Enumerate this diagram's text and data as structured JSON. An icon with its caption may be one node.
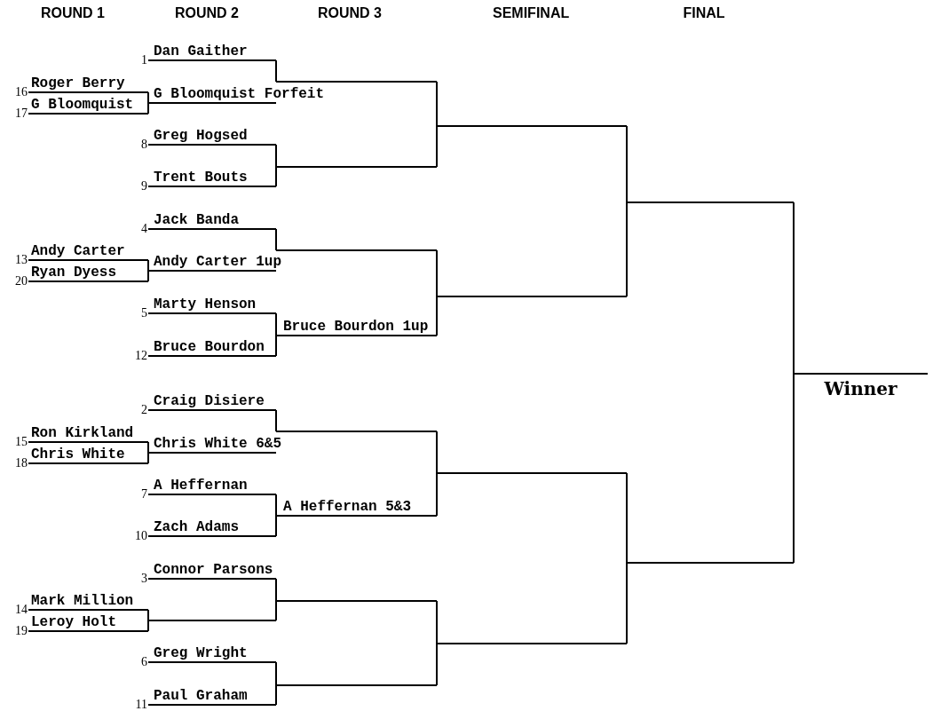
{
  "diagram": {
    "nodes": [
      {
        "text": [
          "Roger Berry"
        ],
        "beside": [
          "16"
        ]
      },
      {
        "text": [
          "G Bloomquist"
        ],
        "beside": [
          "17"
        ]
      },
      {
        "text": [
          "Andy Carter"
        ],
        "beside": [
          "13"
        ]
      },
      {
        "text": [
          "Ryan Dyess"
        ],
        "beside": [
          "20"
        ]
      },
      {
        "text": [
          "Ron Kirkland"
        ],
        "beside": [
          "15"
        ]
      },
      {
        "text": [
          "Chris White"
        ],
        "beside": [
          "18"
        ]
      },
      {
        "text": [
          "Mark Million"
        ],
        "beside": [
          "14"
        ]
      },
      {
        "text": [
          "Leroy Holt"
        ],
        "beside": [
          "19"
        ]
      },
      {
        "text": [
          "Dan Gaither"
        ],
        "beside": [
          "1"
        ]
      },
      {
        "text": [
          "G Bloomquist Forfeit"
        ]
      },
      {
        "text": [
          "Greg Hogsed"
        ],
        "beside": [
          "8"
        ]
      },
      {
        "text": [
          "Trent Bouts"
        ],
        "beside": [
          "9"
        ]
      },
      {
        "text": [
          "Jack Banda"
        ],
        "beside": [
          "4"
        ]
      },
      {
        "text": [
          "Andy Carter 1up"
        ]
      },
      {
        "text": [
          "Marty Henson"
        ],
        "beside": [
          "5"
        ]
      },
      {
        "text": [
          "Bruce Bourdon"
        ],
        "beside": [
          "12"
        ]
      },
      {
        "text": [
          "Craig Disiere"
        ],
        "beside": [
          "2"
        ]
      },
      {
        "text": [
          "Chris White 6&5"
        ]
      },
      {
        "text": [
          "A Heffernan"
        ],
        "beside": [
          "7"
        ]
      },
      {
        "text": [
          "Zach Adams"
        ],
        "beside": [
          "10"
        ]
      },
      {
        "text": [
          "Connor Parsons"
        ],
        "beside": [
          "3"
        ]
      },
      {
        "text": [],
        "shape": "line"
      },
      {
        "text": [
          "Greg Wright"
        ],
        "beside": [
          "6"
        ]
      },
      {
        "text": [
          "Paul Graham"
        ],
        "beside": [
          "11"
        ]
      },
      {
        "text": [],
        "shape": "line"
      },
      {
        "text": [],
        "shape": "line"
      },
      {
        "text": [],
        "shape": "line"
      },
      {
        "text": [
          "Bruce Bourdon 1up"
        ]
      },
      {
        "text": [],
        "shape": "line"
      },
      {
        "text": [
          "A Heffernan 5&3"
        ]
      },
      {
        "text": [],
        "shape": "line"
      },
      {
        "text": [],
        "shape": "line"
      },
      {
        "text": [],
        "shape": "line"
      },
      {
        "text": [],
        "shape": "line"
      },
      {
        "text": [],
        "shape": "line"
      },
      {
        "text": [],
        "shape": "line"
      },
      {
        "text": [],
        "shape": "line"
      },
      {
        "text": [],
        "shape": "line"
      },
      {
        "text": [
          "Winner"
        ]
      }
    ],
    "edges": [
      {
        "from": 0,
        "to": 9,
        "arrow": "none"
      },
      {
        "from": 1,
        "to": 9,
        "arrow": "none"
      },
      {
        "from": 2,
        "to": 13,
        "arrow": "none"
      },
      {
        "from": 3,
        "to": 13,
        "arrow": "none"
      },
      {
        "from": 4,
        "to": 17,
        "arrow": "none"
      },
      {
        "from": 5,
        "to": 17,
        "arrow": "none"
      },
      {
        "from": 6,
        "to": 21,
        "arrow": "none"
      },
      {
        "from": 7,
        "to": 21,
        "arrow": "none"
      },
      {
        "from": 8,
        "to": 24,
        "arrow": "none"
      },
      {
        "from": 10,
        "to": 25,
        "arrow": "none"
      },
      {
        "from": 11,
        "to": 25,
        "arrow": "none"
      },
      {
        "from": 12,
        "to": 26,
        "arrow": "none"
      },
      {
        "from": 14,
        "to": 27,
        "arrow": "none"
      },
      {
        "from": 15,
        "to": 27,
        "arrow": "none"
      },
      {
        "from": 16,
        "to": 28,
        "arrow": "none"
      },
      {
        "from": 18,
        "to": 29,
        "arrow": "none"
      },
      {
        "from": 19,
        "to": 29,
        "arrow": "none"
      },
      {
        "from": 20,
        "to": 30,
        "arrow": "none"
      },
      {
        "from": 21,
        "to": 30,
        "arrow": "none"
      },
      {
        "from": 22,
        "to": 31,
        "arrow": "none"
      },
      {
        "from": 23,
        "to": 31,
        "arrow": "none"
      },
      {
        "from": 24,
        "to": 32,
        "arrow": "none"
      },
      {
        "from": 25,
        "to": 32,
        "arrow": "none"
      },
      {
        "from": 26,
        "to": 33,
        "arrow": "none"
      },
      {
        "from": 27,
        "to": 33,
        "arrow": "none"
      },
      {
        "from": 28,
        "to": 34,
        "arrow": "none"
      },
      {
        "from": 29,
        "to": 34,
        "arrow": "none"
      },
      {
        "from": 30,
        "to": 35,
        "arrow": "none"
      },
      {
        "from": 31,
        "to": 35,
        "arrow": "none"
      },
      {
        "from": 32,
        "to": 36,
        "arrow": "none"
      },
      {
        "from": 33,
        "to": 36,
        "arrow": "none"
      },
      {
        "from": 34,
        "to": 37,
        "arrow": "none"
      },
      {
        "from": 35,
        "to": 37,
        "arrow": "none"
      },
      {
        "from": 36,
        "to": 38,
        "arrow": "none"
      },
      {
        "from": 37,
        "to": 38,
        "arrow": "none"
      }
    ],
    "labels": [
      "ROUND 1",
      "ROUND 2",
      "ROUND 3",
      "SEMIFINAL",
      "FINAL"
    ]
  }
}
